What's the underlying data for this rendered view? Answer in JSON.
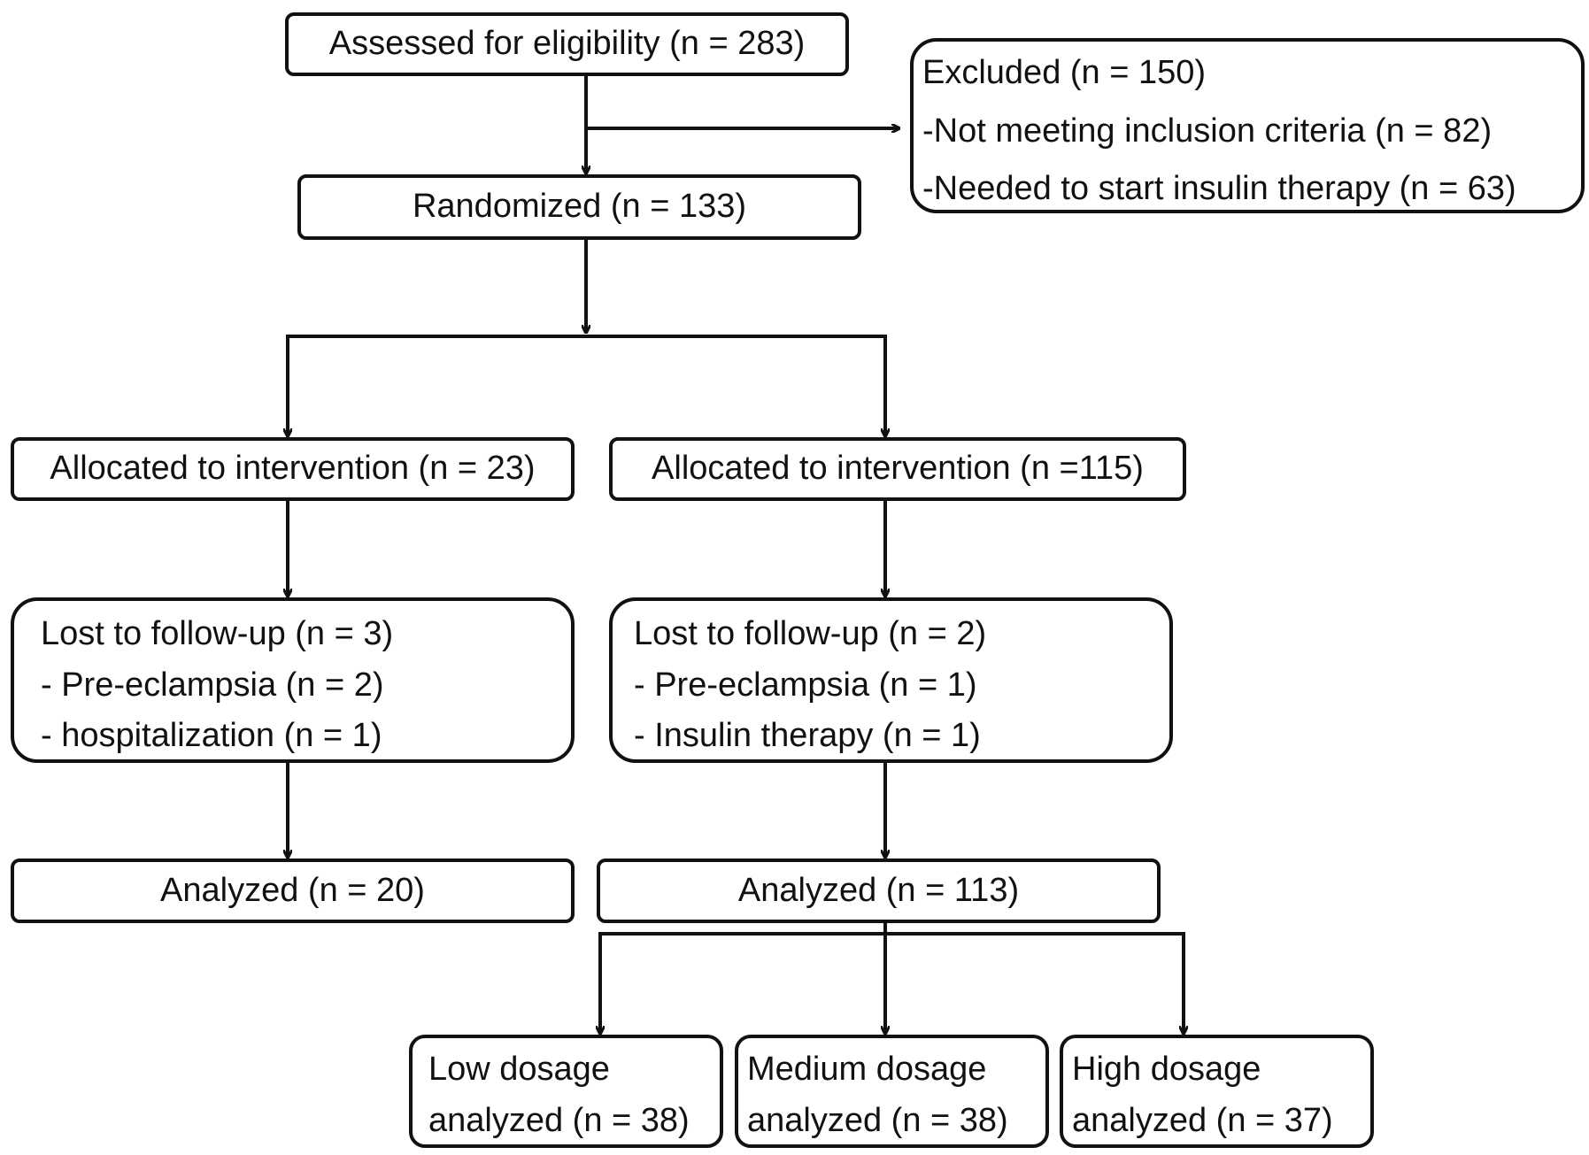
{
  "diagram": {
    "assessed": "Assessed for eligibility (n = 283)",
    "excluded": {
      "title": "Excluded (n = 150)",
      "reason_1": "-Not meeting inclusion criteria (n = 82)",
      "reason_2": "-Needed to start insulin therapy (n = 63)"
    },
    "randomized": "Randomized (n = 133)",
    "left_branch": {
      "allocated": "Allocated to intervention (n = 23)",
      "lost_title": "Lost to follow-up (n = 3)",
      "lost_reason_1": "- Pre-eclampsia (n = 2)",
      "lost_reason_2": "- hospitalization (n = 1)",
      "analyzed": "Analyzed (n = 20)"
    },
    "right_branch": {
      "allocated": "Allocated to intervention (n =115)",
      "lost_title": "Lost to follow-up (n = 2)",
      "lost_reason_1": "- Pre-eclampsia (n = 1)",
      "lost_reason_2": "- Insulin therapy (n = 1)",
      "analyzed": "Analyzed (n = 113)"
    },
    "dosage": {
      "low_1": "Low dosage",
      "low_2": "analyzed (n = 38)",
      "medium_1": "Medium dosage",
      "medium_2": "analyzed (n = 38)",
      "high_1": "High dosage",
      "high_2": "analyzed (n = 37)"
    }
  }
}
